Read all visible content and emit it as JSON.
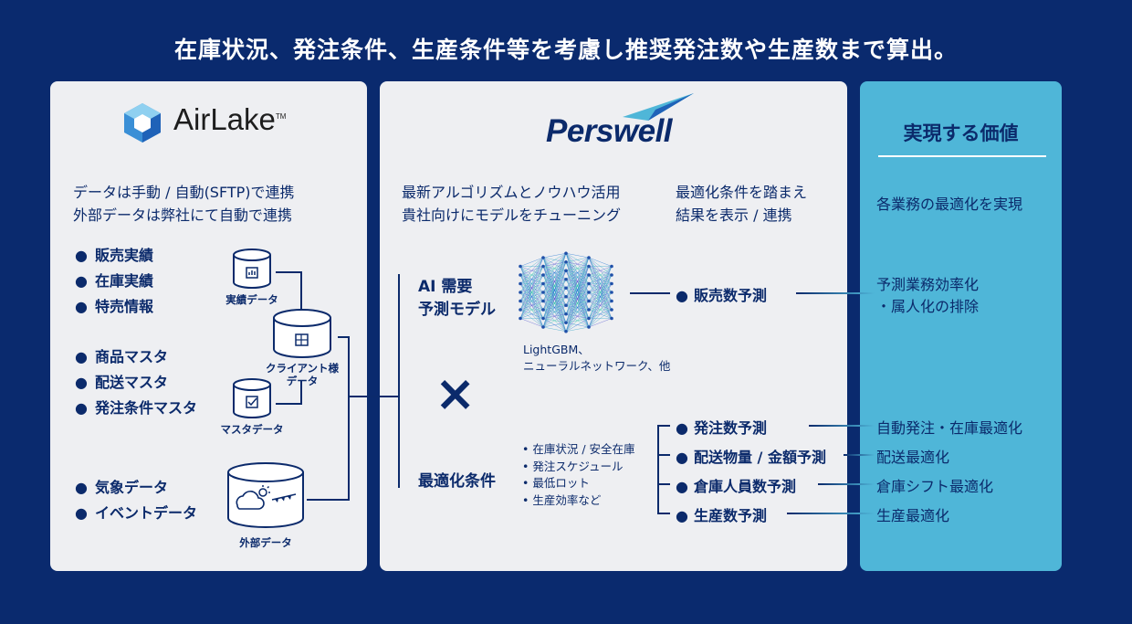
{
  "header": {
    "title": "在庫状況、発注条件、生産条件等を考慮し推奨発注数や生産数まで算出。"
  },
  "airlake": {
    "logo": "AirLake",
    "tm": "TM",
    "desc": [
      "データは手動 / 自動(SFTP)で連携",
      "外部データは弊社にて自動で連携"
    ],
    "group1": [
      "販売実績",
      "在庫実績",
      "特売情報"
    ],
    "group2": [
      "商品マスタ",
      "配送マスタ",
      "発注条件マスタ"
    ],
    "group3": [
      "気象データ",
      "イベントデータ"
    ],
    "db": {
      "jisseki": "実績データ",
      "client": [
        "クライアント様",
        "データ"
      ],
      "master": "マスタデータ",
      "external": "外部データ"
    }
  },
  "perswell": {
    "logo": "Perswell",
    "desc_left": [
      "最新アルゴリズムとノウハウ活用",
      "貴社向けにモデルをチューニング"
    ],
    "desc_right": [
      "最適化条件を踏まえ",
      "結果を表示 / 連携"
    ],
    "ai_label": [
      "AI 需要",
      "予測モデル"
    ],
    "nn_caption": [
      "LightGBM、",
      "ニューラルネットワーク、他"
    ],
    "times": "×",
    "opt_label": "最適化条件",
    "opt_items": [
      "• 在庫状況 / 安全在庫",
      "• 発注スケジュール",
      "• 最低ロット",
      "• 生産効率など"
    ],
    "predictions": [
      "販売数予測",
      "発注数予測",
      "配送物量 / 金額予測",
      "倉庫人員数予測",
      "生産数予測"
    ]
  },
  "value": {
    "title": "実現する価値",
    "intro": "各業務の最適化を実現",
    "results": [
      [
        "予測業務効率化",
        "・属人化の排除"
      ],
      "自動発注・在庫最適化",
      "配送最適化",
      "倉庫シフト最適化",
      "生産最適化"
    ]
  },
  "colors": {
    "navy": "#0b2a6b",
    "background": "#0a2a6e",
    "panel": "#eeeff2",
    "accent": "#4fb6d8"
  }
}
